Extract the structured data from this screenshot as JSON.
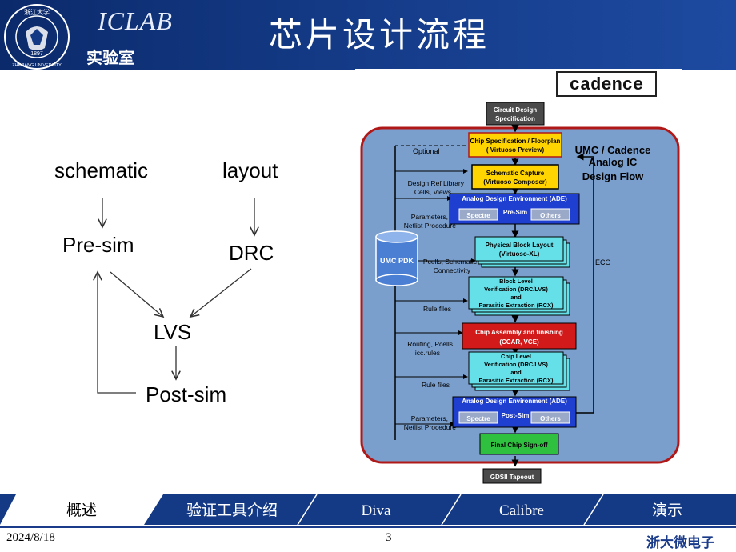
{
  "header": {
    "logo_text": "浙江大学",
    "logo_year": "1897",
    "logo_univ": "ZHEJIANG UNIVERSITY",
    "lab_name": "ICLAB",
    "lab_cn": "实验室",
    "title": "芯片设计流程"
  },
  "flow": {
    "schematic": "schematic",
    "layout": "layout",
    "presim": "Pre-sim",
    "drc": "DRC",
    "lvs": "LVS",
    "postsim": "Post-sim"
  },
  "cadence": {
    "logo": "cadence",
    "heading1": "UMC / Cadence",
    "heading2": "Analog IC",
    "heading3": "Design Flow",
    "optional": "Optional",
    "eco": "ECO",
    "pdk": "UMC PDK",
    "box_spec": [
      "Circuit Design",
      "Specification"
    ],
    "box_floorplan": [
      "Chip Specification / Floorplan",
      "( Virtuoso Preview)"
    ],
    "box_schematic": [
      "Schematic Capture",
      "(Virtuoso Composer)"
    ],
    "ade1_title": "Analog Design Environment (ADE)",
    "spectre": "Spectre",
    "others": "Others",
    "presim": "Pre-Sim",
    "postsim": "Post-Sim",
    "box_layout": [
      "Physical Block Layout",
      "(Virtuoso-XL)"
    ],
    "box_block": [
      "Block Level",
      "Verification (DRC/LVS)",
      "and",
      "Parasitic Extraction (RCX)"
    ],
    "box_assembly": [
      "Chip Assembly and finishing",
      "(CCAR, VCE)"
    ],
    "box_chip": [
      "Chip Level",
      "Verification (DRC/LVS)",
      "and",
      "Parasitic Extraction (RCX)"
    ],
    "ade2_title": "Analog Design Environment (ADE)",
    "box_signoff": "Final Chip Sign-off",
    "box_tapeout": "GDSII Tapeout",
    "left_labels": {
      "design_ref": [
        "Design Ref Library",
        "Cells, Views"
      ],
      "params1": [
        "Parameters,",
        "Netlist Procedure"
      ],
      "pcells": [
        "Pcells, Schematic",
        "Connectivity"
      ],
      "rule1": "Rule files",
      "routing": [
        "Routing, Pcells",
        "icc.rules"
      ],
      "rule2": "Rule files",
      "params2": [
        "Parameters,",
        "Netlist Procedure"
      ]
    }
  },
  "nav": {
    "items": [
      "概述",
      "验证工具介绍",
      "Diva",
      "Calibre",
      "演示"
    ]
  },
  "footer": {
    "date": "2024/8/18",
    "page": "3",
    "brand": "浙大微电子"
  },
  "colors": {
    "header_blue": "#143a86",
    "flow_panel": "#7b9fcd",
    "flow_border": "#b01818",
    "yellow_box": "#ffd400",
    "cyan_box": "#66e0e8",
    "red_box": "#d21a1a",
    "green_box": "#30c040",
    "ade_blue": "#1f3fd0",
    "dark_box": "#4a4a4a"
  }
}
